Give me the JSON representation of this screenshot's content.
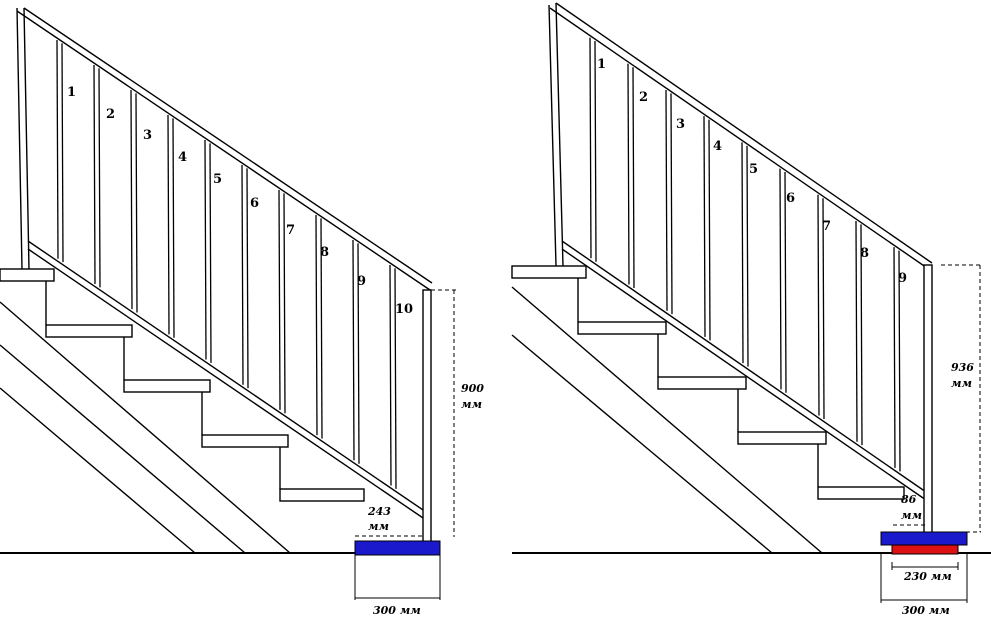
{
  "diagrams": [
    {
      "id": "left",
      "baluster_labels": [
        "1",
        "2",
        "3",
        "4",
        "5",
        "6",
        "7",
        "8",
        "9",
        "10"
      ],
      "height_value": "900",
      "height_unit": "мм",
      "gap_value": "243",
      "gap_unit": "мм",
      "width_label": "300 мм",
      "colors": {
        "top_plate": "#1a1acc"
      }
    },
    {
      "id": "right",
      "baluster_labels": [
        "1",
        "2",
        "3",
        "4",
        "5",
        "6",
        "7",
        "8",
        "9"
      ],
      "height_value": "936",
      "height_unit": "мм",
      "gap_value": "86",
      "gap_unit": "мм",
      "width_label": "300 мм",
      "inner_width_label": "230 мм",
      "colors": {
        "top_plate": "#1a1acc",
        "bottom_plate": "#dd1111"
      }
    }
  ]
}
